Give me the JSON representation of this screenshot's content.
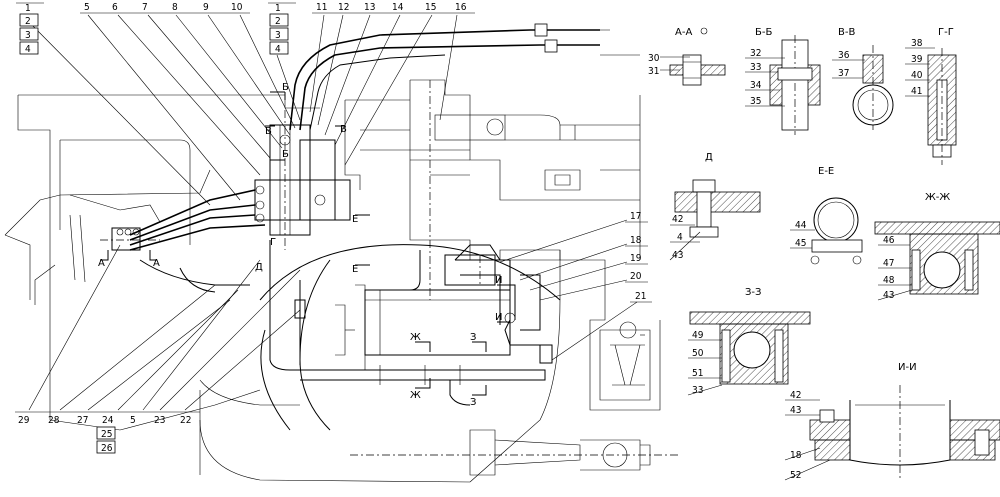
{
  "callouts_left_group": [
    "1",
    "2",
    "3",
    "4"
  ],
  "callouts_top": [
    "5",
    "6",
    "7",
    "8",
    "9",
    "10"
  ],
  "callouts_top_group2": [
    "1",
    "2",
    "3",
    "4"
  ],
  "callouts_top_right": [
    "11",
    "12",
    "13",
    "14",
    "15",
    "16"
  ],
  "callouts_right": [
    "17",
    "18",
    "19",
    "20",
    "21"
  ],
  "callouts_bottom": [
    "29",
    "28",
    "27",
    "24",
    "5",
    "23",
    "22"
  ],
  "callouts_bottom_stack": [
    "25",
    "26"
  ],
  "section_marks_main": [
    "Б",
    "Б",
    "В",
    "В",
    "Г",
    "Д",
    "Е",
    "Е",
    "А",
    "А",
    "И",
    "И",
    "Ж",
    "Ж",
    "З",
    "З"
  ],
  "sections": {
    "aa": {
      "title": "А-А",
      "labels": [
        "30",
        "31"
      ]
    },
    "bb": {
      "title": "Б-Б",
      "labels": [
        "32",
        "33",
        "34",
        "35"
      ]
    },
    "vv": {
      "title": "В-В",
      "labels": [
        "36",
        "37"
      ]
    },
    "gg": {
      "title": "Г-Г",
      "labels": [
        "38",
        "39",
        "40",
        "41"
      ]
    },
    "d": {
      "title": "Д",
      "labels": [
        "42",
        "4",
        "43"
      ]
    },
    "ee": {
      "title": "Е-Е",
      "labels": [
        "44",
        "45"
      ]
    },
    "zhzh": {
      "title": "Ж-Ж",
      "labels": [
        "46",
        "47",
        "48",
        "43"
      ]
    },
    "zz": {
      "title": "З-З",
      "labels": [
        "49",
        "50",
        "51",
        "33"
      ]
    },
    "ii": {
      "title": "И-И",
      "labels": [
        "42",
        "43",
        "18",
        "52"
      ]
    }
  }
}
